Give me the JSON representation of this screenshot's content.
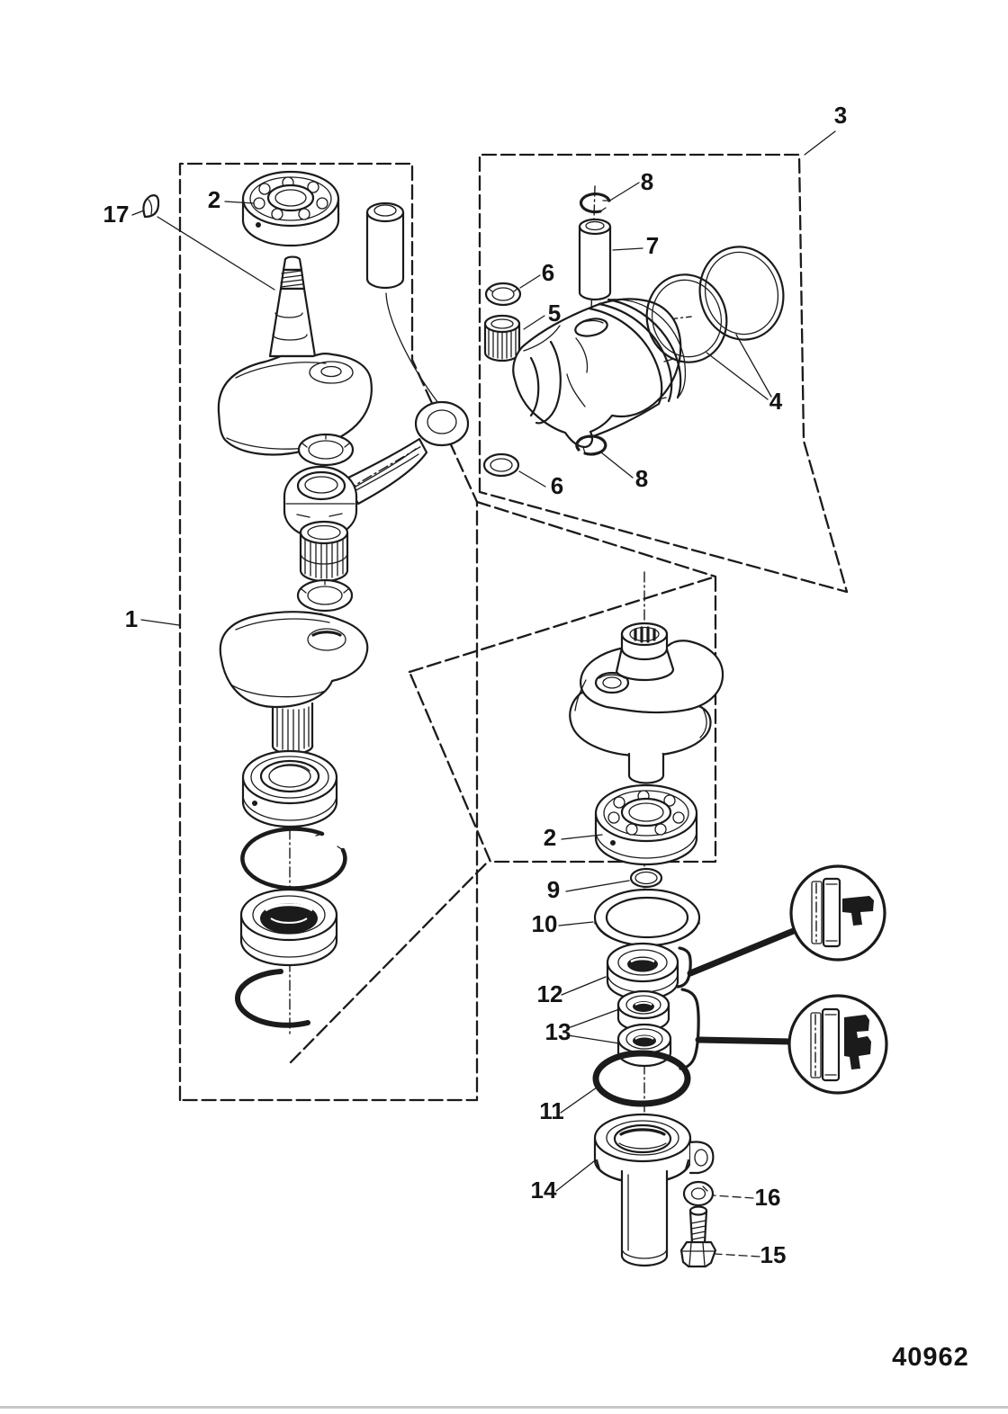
{
  "figure_number": "40962",
  "callouts": {
    "c1": "1",
    "c2_upper": "2",
    "c2_lower": "2",
    "c3": "3",
    "c4": "4",
    "c5": "5",
    "c6_top": "6",
    "c6_bottom": "6",
    "c7": "7",
    "c8_top": "8",
    "c8_bottom": "8",
    "c9": "9",
    "c10": "10",
    "c11": "11",
    "c12": "12",
    "c13": "13",
    "c14": "14",
    "c15": "15",
    "c16": "16",
    "c17": "17"
  },
  "colors": {
    "ink": "#1b1b1b",
    "paper": "#ffffff"
  }
}
